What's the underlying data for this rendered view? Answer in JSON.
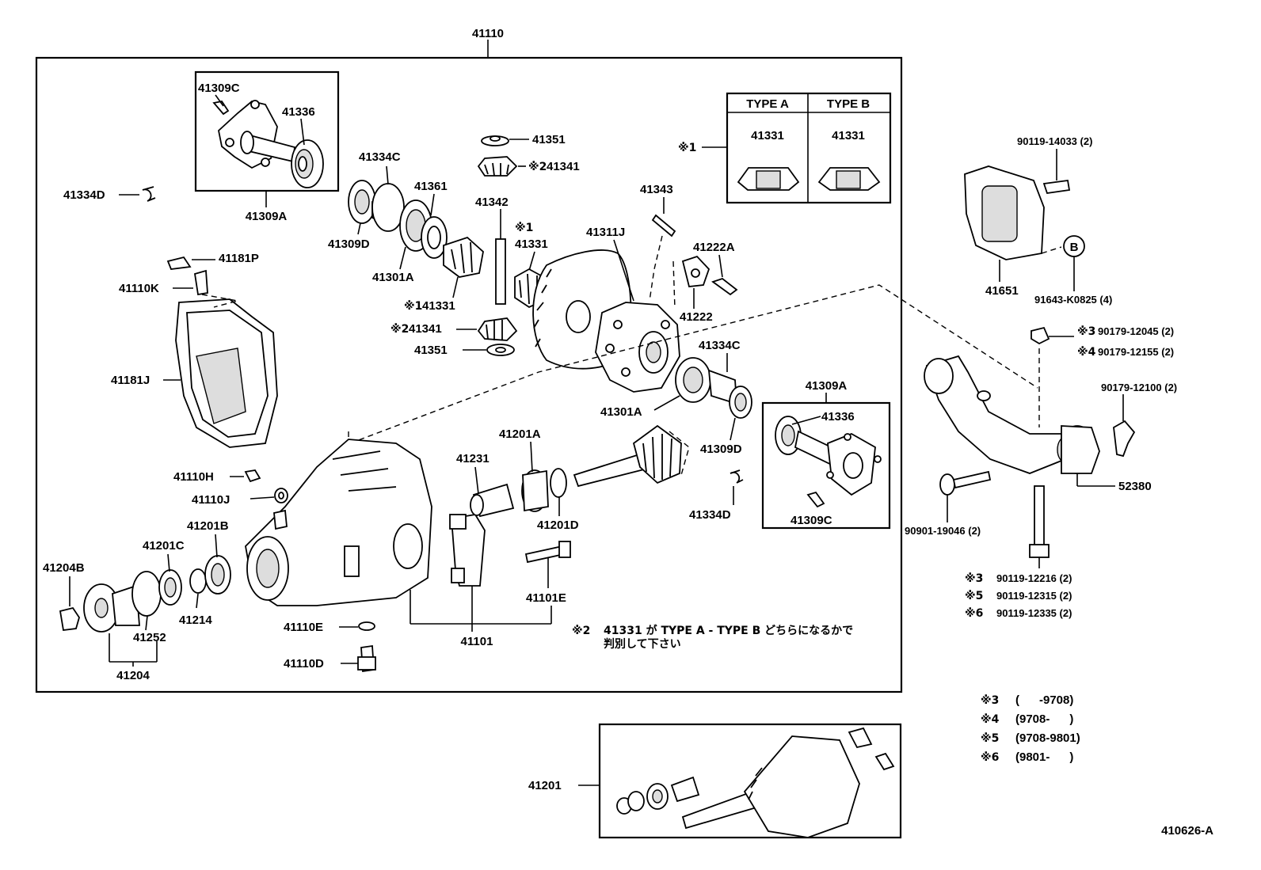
{
  "diagram_code": "410626-A",
  "labels": {
    "main": "41110",
    "l41309C_a": "41309C",
    "l41336_a": "41336",
    "l41309A_a": "41309A",
    "l41334D_a": "41334D",
    "l41334C_a": "41334C",
    "l41361": "41361",
    "l41309D_a": "41309D",
    "l41301A_a": "41301A",
    "l41351_top": "41351",
    "l41341_top": "41341",
    "l41342": "41342",
    "l41331_mid": "41331",
    "l41331_low": "41331",
    "l41341_low": "41341",
    "l41351_low": "41351",
    "l41343": "41343",
    "l41311J": "41311J",
    "l41222A": "41222A",
    "l41222": "41222",
    "l41334C_b": "41334C",
    "l41301A_b": "41301A",
    "l41309D_b": "41309D",
    "l41309A_b": "41309A",
    "l41336_b": "41336",
    "l41309C_b": "41309C",
    "l41334D_b": "41334D",
    "l41181P": "41181P",
    "l41110K": "41110K",
    "l41181J": "41181J",
    "l41110H": "41110H",
    "l41110J": "41110J",
    "l41201B": "41201B",
    "l41201C": "41201C",
    "l41204B": "41204B",
    "l41214": "41214",
    "l41252": "41252",
    "l41204": "41204",
    "l41231": "41231",
    "l41201A": "41201A",
    "l41201D": "41201D",
    "l41101E": "41101E",
    "l41101": "41101",
    "l41110E": "41110E",
    "l41110D": "41110D",
    "l41201": "41201",
    "type_a_label": "TYPE A",
    "type_b_label": "TYPE B",
    "type_a_part": "41331",
    "type_b_part": "41331",
    "l90119_14033": "90119-14033 (2)",
    "l41651": "41651",
    "l91643": "91643-K0825 (4)",
    "circle_b": "B",
    "l90179_12045": "90179-12045 (2)",
    "l90179_12155": "90179-12155 (2)",
    "l90179_12100": "90179-12100 (2)",
    "l52380": "52380",
    "l90901_19046": "90901-19046 (2)",
    "l90119_12216": "90119-12216 (2)",
    "l90119_12315": "90119-12315 (2)",
    "l90119_12335": "90119-12335 (2)"
  },
  "marks": {
    "m1": "※1",
    "m1b": "※1",
    "m1c": "※1",
    "m2a": "※2",
    "m2b": "※2",
    "m3": "※3",
    "m4": "※4",
    "m3b": "※3",
    "m5": "※5",
    "m6": "※6"
  },
  "notes": {
    "note_mark": "※2",
    "note_line1": "41331 が TYPE A - TYPE B どちらになるかで",
    "note_line2": "判別して下さい"
  },
  "legend": [
    {
      "mark": "※3",
      "range": "(      -9708)"
    },
    {
      "mark": "※4",
      "range": "(9708-      )"
    },
    {
      "mark": "※5",
      "range": "(9708-9801)"
    },
    {
      "mark": "※6",
      "range": "(9801-      )"
    }
  ]
}
